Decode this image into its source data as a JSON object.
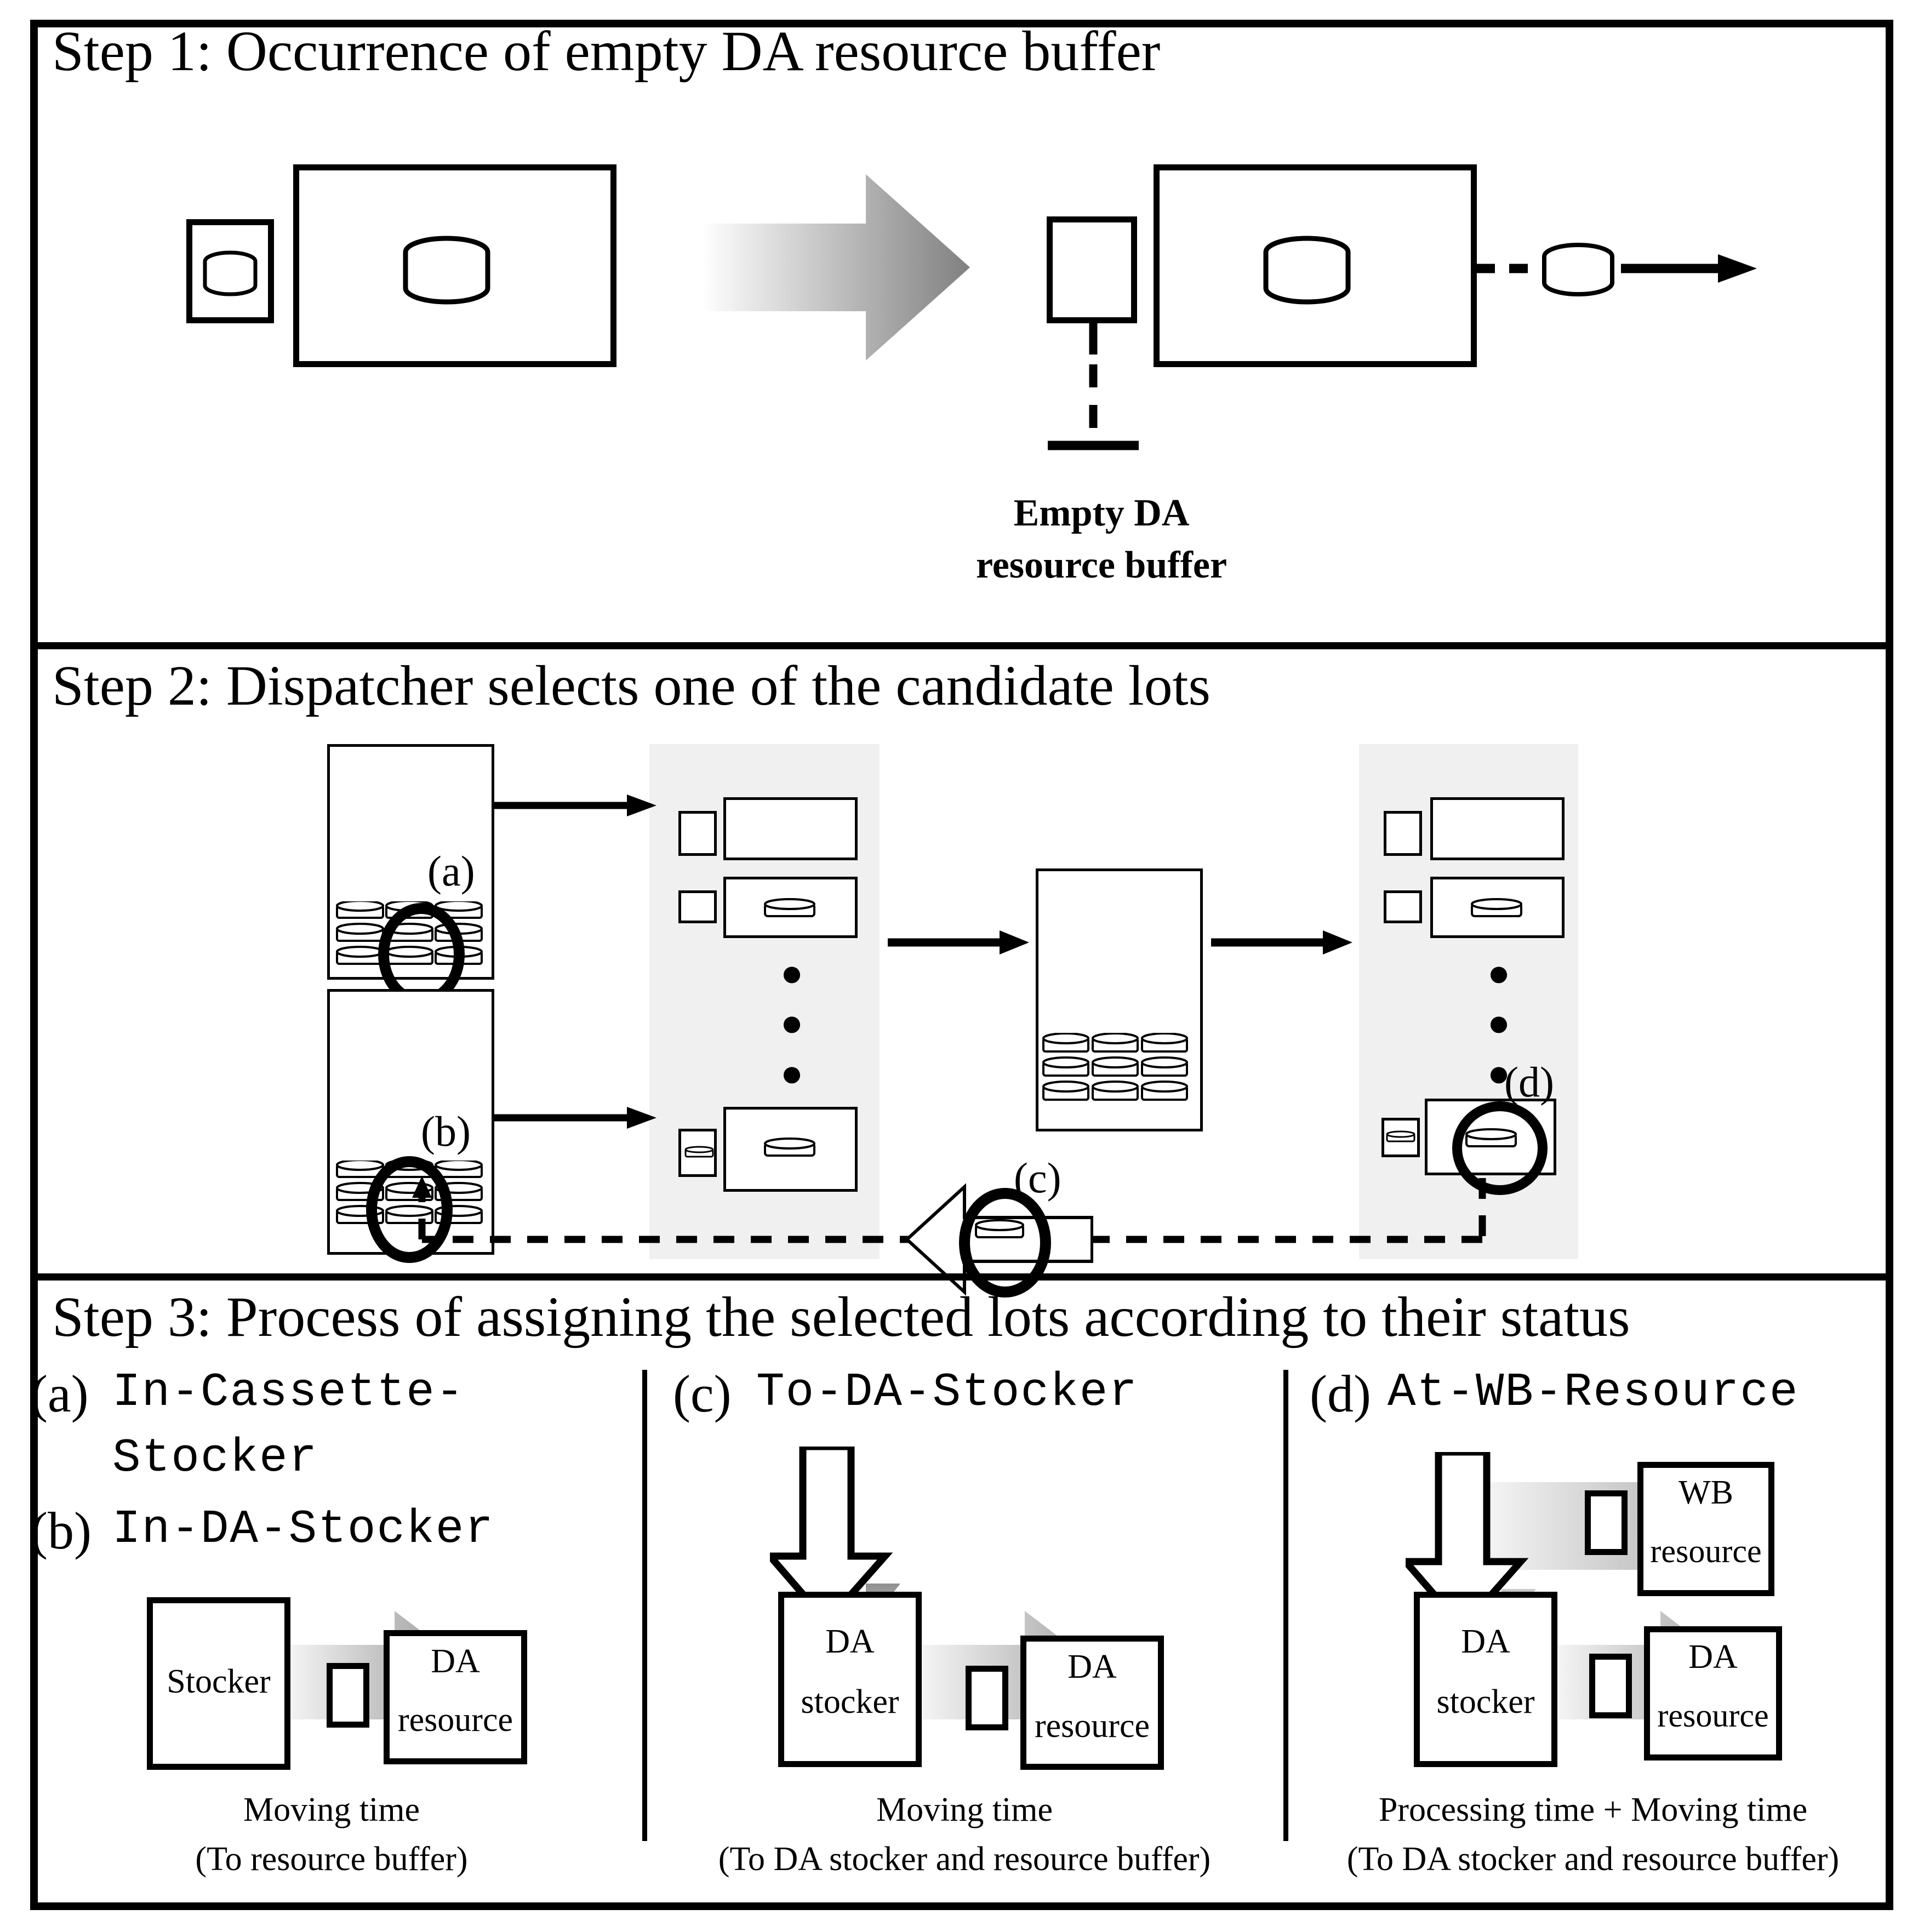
{
  "figure": {
    "steps": [
      {
        "id": "step1",
        "title": "Step 1: Occurrence of empty DA resource buffer",
        "annotation": "Empty DA\nresource buffer",
        "annotation_line1": "Empty DA",
        "annotation_line2": "resource buffer",
        "icons": [
          "buffer-box",
          "resource-box",
          "lot-cylinder",
          "gradient-right-arrow",
          "dashed-arrow",
          "empty-buffer-pointer"
        ]
      },
      {
        "id": "step2",
        "title": "Step 2: Dispatcher selects one of the candidate lots",
        "markers": [
          "(a)",
          "(b)",
          "(c)",
          "(d)"
        ],
        "vertical_dots": "⋮",
        "icons": [
          "cassette-stocker",
          "da-stocker",
          "wb-resource-row",
          "dispatcher-box",
          "da-resource-row",
          "hollow-left-arrow",
          "selected-lot-circle"
        ]
      },
      {
        "id": "step3",
        "title": "Step 3: Process of assigning the selected lots according to their status",
        "panels": [
          {
            "marker_a": "(a)",
            "status_a_line1": "In-Cassette-",
            "status_a_line2": "Stocker",
            "marker_b": "(b)",
            "status_b": "In-DA-Stocker",
            "source_box": "Stocker",
            "target_box_line1": "DA",
            "target_box_line2": "resource",
            "caption_line1": "Moving time",
            "caption_line2": "(To resource buffer)"
          },
          {
            "marker": "(c)",
            "status": "To-DA-Stocker",
            "source_box_line1": "DA",
            "source_box_line2": "stocker",
            "target_box_line1": "DA",
            "target_box_line2": "resource",
            "caption_line1": "Moving time",
            "caption_line2": "(To DA stocker and resource buffer)"
          },
          {
            "marker": "(d)",
            "status": "At-WB-Resource",
            "top_box_line1": "WB",
            "top_box_line2": "resource",
            "source_box_line1": "DA",
            "source_box_line2": "stocker",
            "target_box_line1": "DA",
            "target_box_line2": "resource",
            "caption_line1": "Processing time + Moving time",
            "caption_line2": "(To DA stocker and resource buffer)"
          }
        ]
      }
    ],
    "colors": {
      "line": "#000000",
      "background": "#ffffff",
      "column_fill": "#f0f0f0",
      "arrow_gradient_dark": "#808080",
      "arrow_gradient_light": "#ffffff"
    }
  }
}
